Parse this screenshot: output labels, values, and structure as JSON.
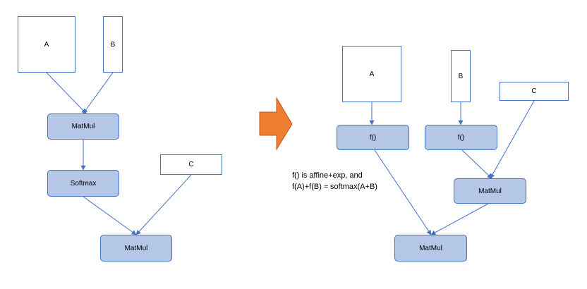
{
  "left": {
    "input_a": "A",
    "input_b": "B",
    "input_c": "C",
    "matmul_1": "MatMul",
    "softmax": "Softmax",
    "matmul_2": "MatMul"
  },
  "right": {
    "input_a": "A",
    "input_b": "B",
    "input_c": "C",
    "f_a": "f()",
    "f_b": "f()",
    "matmul_1": "MatMul",
    "matmul_2": "MatMul"
  },
  "note": {
    "line1": "f() is affine+exp, and",
    "line2": "f(A)+f(B) ≈ softmax(A+B)"
  },
  "colors": {
    "node_fill": "#b4c7e7",
    "node_border": "#4472c4",
    "edge": "#4472c4",
    "arrow_fill": "#ed7d31"
  }
}
